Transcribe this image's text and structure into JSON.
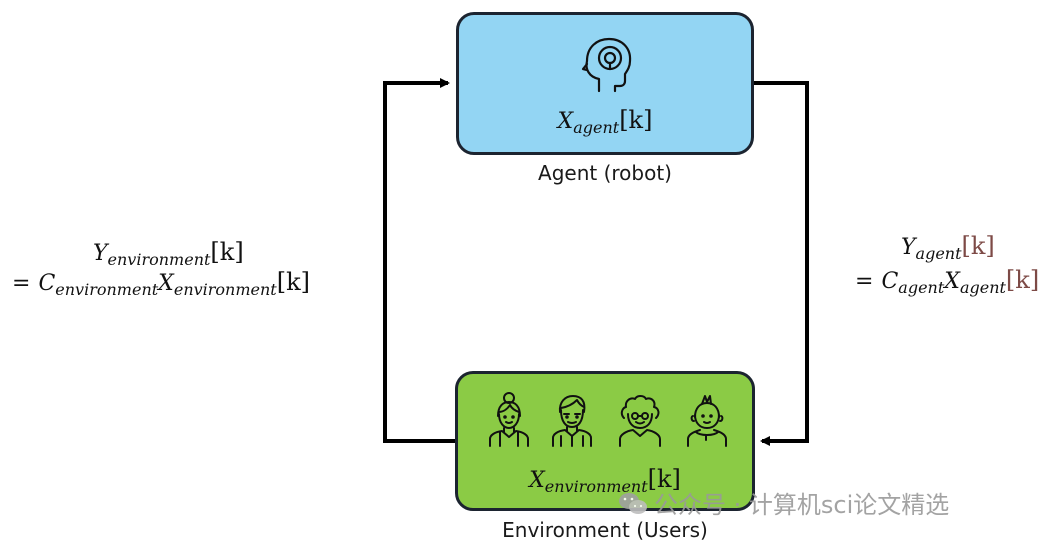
{
  "agent": {
    "caption": "Agent (robot)",
    "state_var": "X",
    "state_sub": "agent",
    "state_arg": "[k]",
    "fill": "#93d5f3",
    "icon": "head-brain-icon"
  },
  "environment": {
    "caption": "Environment (Users)",
    "state_var": "X",
    "state_sub": "environment",
    "state_arg": "[k]",
    "fill": "#8bcb45",
    "icons": [
      "woman-bun-icon",
      "man-glasses-icon",
      "elderly-woman-icon",
      "child-mohawk-icon"
    ]
  },
  "left_equation": {
    "line1_var": "Y",
    "line1_sub": "environment",
    "line1_arg": "[k]",
    "line2_eq": "=",
    "line2_c": "C",
    "line2_c_sub": "environment",
    "line2_x": "X",
    "line2_x_sub": "environment",
    "line2_arg": "[k]"
  },
  "right_equation": {
    "line1_var": "Y",
    "line1_sub": "agent",
    "line1_arg": "[k]",
    "line2_eq": "=",
    "line2_c": "C",
    "line2_c_sub": "agent",
    "line2_x": "X",
    "line2_x_sub": "agent",
    "line2_arg": "[k]"
  },
  "watermark": {
    "text": "公众号 · 计算机sci论文精选",
    "icon": "wechat-icon"
  }
}
